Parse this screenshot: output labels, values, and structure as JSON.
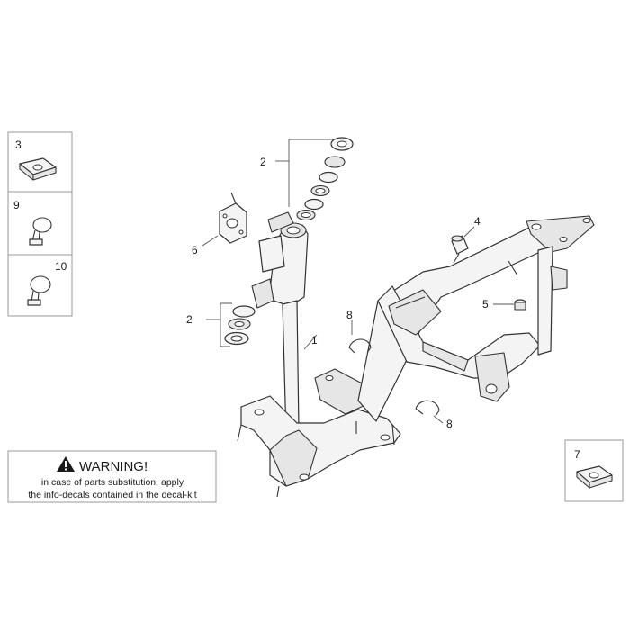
{
  "callouts": {
    "c1": "1",
    "c2a": "2",
    "c2b": "2",
    "c3": "3",
    "c4": "4",
    "c5": "5",
    "c6": "6",
    "c7": "7",
    "c8a": "8",
    "c8b": "8",
    "c9": "9",
    "c10": "10"
  },
  "warning": {
    "title": "WARNING!",
    "line1": "in case of parts substitution, apply",
    "line2": "the info-decals contained in the decal-kit",
    "icon": "warning-triangle-icon"
  }
}
